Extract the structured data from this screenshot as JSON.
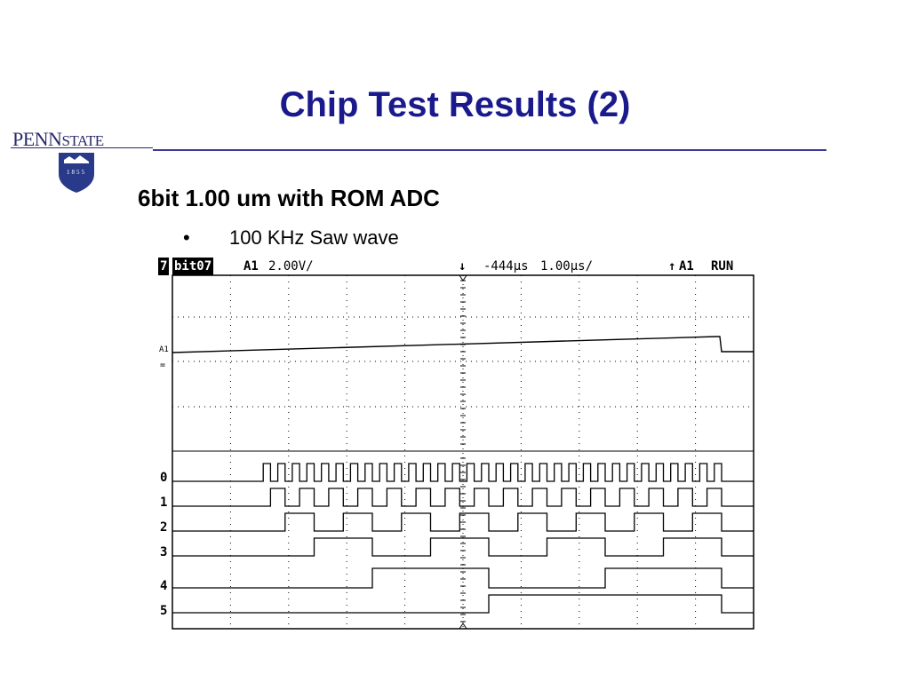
{
  "slide": {
    "title": "Chip Test Results (2)",
    "heading": "6bit 1.00 um with ROM ADC",
    "bullet": "100 KHz Saw wave"
  },
  "logo": {
    "word_a": "PENN",
    "word_b": "STATE",
    "year": "1855"
  },
  "scope": {
    "channel_label": "bit07",
    "channel_number": "7",
    "ch_a1": "A1",
    "volts_div": "2.00V/",
    "trigger_pos": "-444µs",
    "time_div": "1.00µs/",
    "trigger_src": "A1",
    "run_state": "RUN",
    "analog_label": "A1",
    "digital_labels": [
      "0",
      "1",
      "2",
      "3",
      "4",
      "5"
    ]
  },
  "colors": {
    "title": "#1a1a8c",
    "rule": "#3a3a9a",
    "trace": "#000000"
  }
}
